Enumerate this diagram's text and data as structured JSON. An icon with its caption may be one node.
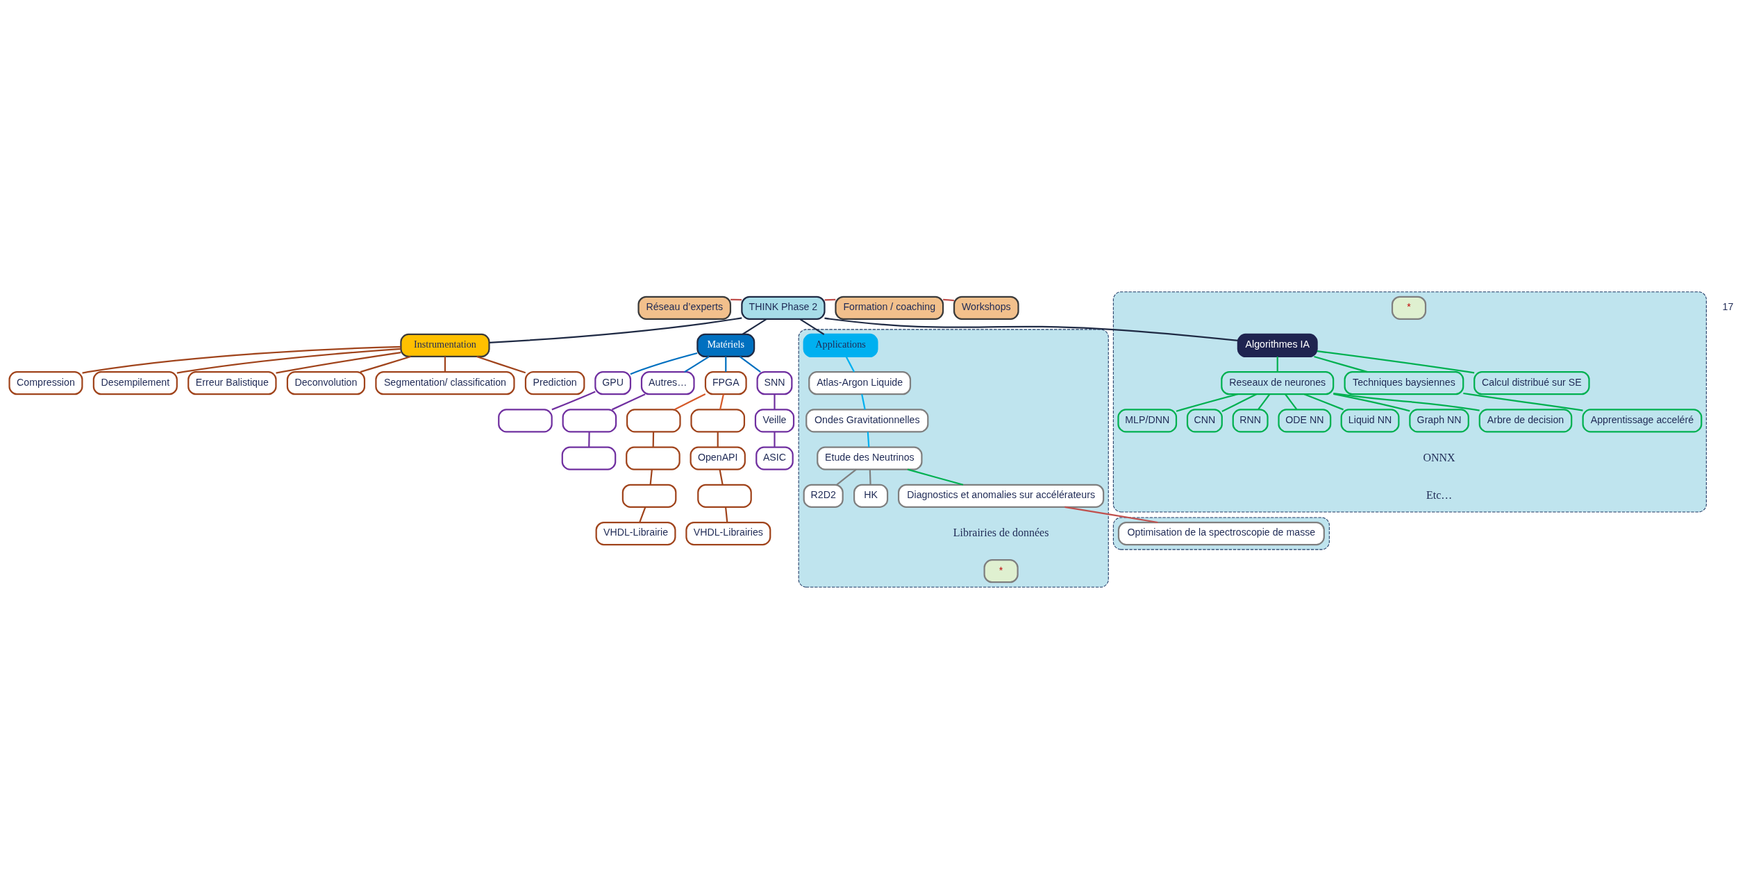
{
  "diagram": {
    "nodes": [
      {
        "text": [
          "Réseau d’experts"
        ]
      },
      {
        "text": [
          "THINK Phase 2"
        ]
      },
      {
        "text": [
          "Formation / coaching"
        ]
      },
      {
        "text": [
          "Workshops"
        ]
      },
      {
        "text": [],
        "shape": "box"
      },
      {
        "text": [
          "Algorithmes IA"
        ],
        "in": 4
      },
      {
        "text": [
          "*"
        ],
        "in": 4
      },
      {
        "text": [
          "Reseaux de neurones"
        ],
        "in": 4
      },
      {
        "text": [
          "Techniques baysiennes"
        ],
        "in": 4
      },
      {
        "text": [
          "Calcul distribué sur SE"
        ],
        "in": 4
      },
      {
        "text": [
          "MLP/DNN"
        ],
        "in": 4
      },
      {
        "text": [
          "CNN"
        ],
        "in": 4
      },
      {
        "text": [
          "RNN"
        ],
        "in": 4
      },
      {
        "text": [
          "ODE NN"
        ],
        "in": 4
      },
      {
        "text": [
          "Liquid NN"
        ],
        "in": 4
      },
      {
        "text": [
          "Graph NN"
        ],
        "in": 4
      },
      {
        "text": [
          "Arbre de decision"
        ],
        "in": 4
      },
      {
        "text": [
          "Apprentissage acceléré"
        ],
        "in": 4
      },
      {
        "text": [
          "Instrumentation"
        ]
      },
      {
        "text": [
          "Desempilement"
        ]
      },
      {
        "text": [
          "Erreur Balistique"
        ]
      },
      {
        "text": [
          "Deconvolution"
        ]
      },
      {
        "text": [
          "Segmentation/ classification"
        ]
      },
      {
        "text": [
          "Prediction"
        ]
      },
      {
        "text": [
          "Compression"
        ]
      },
      {
        "text": [
          "Matériels"
        ]
      },
      {
        "text": [
          "FPGA"
        ]
      },
      {
        "text": [],
        "shape": "box"
      },
      {
        "text": [],
        "shape": "box"
      },
      {
        "text": [
          "OpenAPI"
        ]
      },
      {
        "text": [],
        "shape": "box"
      },
      {
        "text": [
          "VHDL-Librairies"
        ]
      },
      {
        "text": [],
        "shape": "box"
      },
      {
        "text": [],
        "shape": "box"
      },
      {
        "text": [
          "VHDL-Librairie"
        ]
      },
      {
        "text": [
          "SNN"
        ]
      },
      {
        "text": [
          "Veille"
        ]
      },
      {
        "text": [
          "ASIC"
        ]
      },
      {
        "text": [
          "GPU"
        ]
      },
      {
        "text": [],
        "shape": "box"
      },
      {
        "text": [
          "Autres…"
        ]
      },
      {
        "text": [],
        "shape": "box"
      },
      {
        "text": [],
        "shape": "box"
      },
      {
        "text": [],
        "shape": "box"
      },
      {
        "text": [
          "Applications"
        ],
        "in": 43
      },
      {
        "text": [
          "Atlas-Argon Liquide"
        ],
        "in": 43
      },
      {
        "text": [
          "Ondes Gravitationnelles"
        ],
        "in": 43
      },
      {
        "text": [
          "Etude des Neutrinos"
        ],
        "in": 43
      },
      {
        "text": [
          "R2D2"
        ],
        "in": 43
      },
      {
        "text": [
          "HK"
        ],
        "in": 43
      },
      {
        "text": [
          "Diagnostics et anomalies sur accélérateurs"
        ],
        "in": 43
      },
      {
        "text": [
          "*"
        ],
        "in": 43
      },
      {
        "text": [],
        "shape": "box"
      },
      {
        "text": [
          "Optimisation de la spectroscopie de masse"
        ],
        "in": 52
      }
    ],
    "edges": [
      {
        "from": 1,
        "to": 0,
        "arrow": "none",
        "color": "#c0504d"
      },
      {
        "from": 1,
        "to": 2,
        "arrow": "none",
        "color": "#c0504d"
      },
      {
        "from": 2,
        "to": 3,
        "arrow": "none",
        "color": "#c0504d"
      },
      {
        "from": 1,
        "to": 5,
        "arrow": "none",
        "color": "#1f2a44"
      },
      {
        "from": 1,
        "to": 18,
        "arrow": "none",
        "color": "#1f2a44"
      },
      {
        "from": 1,
        "to": 25,
        "arrow": "none",
        "color": "#1f2a44"
      },
      {
        "from": 1,
        "to": 44,
        "arrow": "none",
        "color": "#1f2a44"
      },
      {
        "from": 5,
        "to": 7,
        "arrow": "none",
        "color": "#00b050"
      },
      {
        "from": 5,
        "to": 8,
        "arrow": "none",
        "color": "#00b050"
      },
      {
        "from": 5,
        "to": 9,
        "arrow": "none",
        "color": "#00b050"
      },
      {
        "from": 7,
        "to": 10,
        "arrow": "none",
        "color": "#00b050"
      },
      {
        "from": 7,
        "to": 11,
        "arrow": "none",
        "color": "#00b050"
      },
      {
        "from": 7,
        "to": 12,
        "arrow": "none",
        "color": "#00b050"
      },
      {
        "from": 7,
        "to": 13,
        "arrow": "none",
        "color": "#00b050"
      },
      {
        "from": 7,
        "to": 14,
        "arrow": "none",
        "color": "#00b050"
      },
      {
        "from": 7,
        "to": 15,
        "arrow": "none",
        "color": "#00b050"
      },
      {
        "from": 7,
        "to": 16,
        "arrow": "none",
        "color": "#00b050"
      },
      {
        "from": 8,
        "to": 17,
        "arrow": "none",
        "color": "#00b050"
      },
      {
        "from": 18,
        "to": 19,
        "arrow": "none",
        "color": "#a0441c"
      },
      {
        "from": 18,
        "to": 20,
        "arrow": "none",
        "color": "#a0441c"
      },
      {
        "from": 18,
        "to": 21,
        "arrow": "none",
        "color": "#a0441c"
      },
      {
        "from": 18,
        "to": 22,
        "arrow": "none",
        "color": "#a0441c"
      },
      {
        "from": 18,
        "to": 23,
        "arrow": "none",
        "color": "#a0441c"
      },
      {
        "from": 18,
        "to": 24,
        "arrow": "none",
        "color": "#a0441c"
      },
      {
        "from": 25,
        "to": 26,
        "arrow": "none",
        "color": "#0070c0"
      },
      {
        "from": 25,
        "to": 35,
        "arrow": "none",
        "color": "#0070c0"
      },
      {
        "from": 25,
        "to": 38,
        "arrow": "none",
        "color": "#0070c0"
      },
      {
        "from": 25,
        "to": 40,
        "arrow": "none",
        "color": "#0070c0"
      },
      {
        "from": 26,
        "to": 27,
        "arrow": "none",
        "color": "#d55a2a"
      },
      {
        "from": 26,
        "to": 28,
        "arrow": "none",
        "color": "#d55a2a"
      },
      {
        "from": 27,
        "to": 29,
        "arrow": "none",
        "color": "#a0441c"
      },
      {
        "from": 29,
        "to": 30,
        "arrow": "none",
        "color": "#a0441c"
      },
      {
        "from": 30,
        "to": 31,
        "arrow": "none",
        "color": "#a0441c"
      },
      {
        "from": 28,
        "to": 32,
        "arrow": "none",
        "color": "#a0441c"
      },
      {
        "from": 32,
        "to": 33,
        "arrow": "none",
        "color": "#a0441c"
      },
      {
        "from": 33,
        "to": 34,
        "arrow": "none",
        "color": "#a0441c"
      },
      {
        "from": 35,
        "to": 36,
        "arrow": "none",
        "color": "#7030a0"
      },
      {
        "from": 36,
        "to": 37,
        "arrow": "none",
        "color": "#7030a0"
      },
      {
        "from": 38,
        "to": 39,
        "arrow": "none",
        "color": "#7030a0"
      },
      {
        "from": 40,
        "to": 41,
        "arrow": "none",
        "color": "#7030a0"
      },
      {
        "from": 41,
        "to": 42,
        "arrow": "none",
        "color": "#7030a0"
      },
      {
        "from": 44,
        "to": 45,
        "arrow": "none",
        "color": "#00b0f0"
      },
      {
        "from": 45,
        "to": 46,
        "arrow": "none",
        "color": "#00b0f0"
      },
      {
        "from": 46,
        "to": 47,
        "arrow": "none",
        "color": "#00b0f0"
      },
      {
        "from": 47,
        "to": 48,
        "arrow": "none",
        "color": "#7f7f7f"
      },
      {
        "from": 47,
        "to": 49,
        "arrow": "none",
        "color": "#7f7f7f"
      },
      {
        "from": 47,
        "to": 50,
        "arrow": "none",
        "color": "#00b050"
      },
      {
        "from": 50,
        "to": 53,
        "arrow": "none",
        "color": "#c0504d"
      }
    ],
    "labels": [
      "ONNX",
      "Etc…",
      "Librairies de données",
      "17"
    ]
  }
}
